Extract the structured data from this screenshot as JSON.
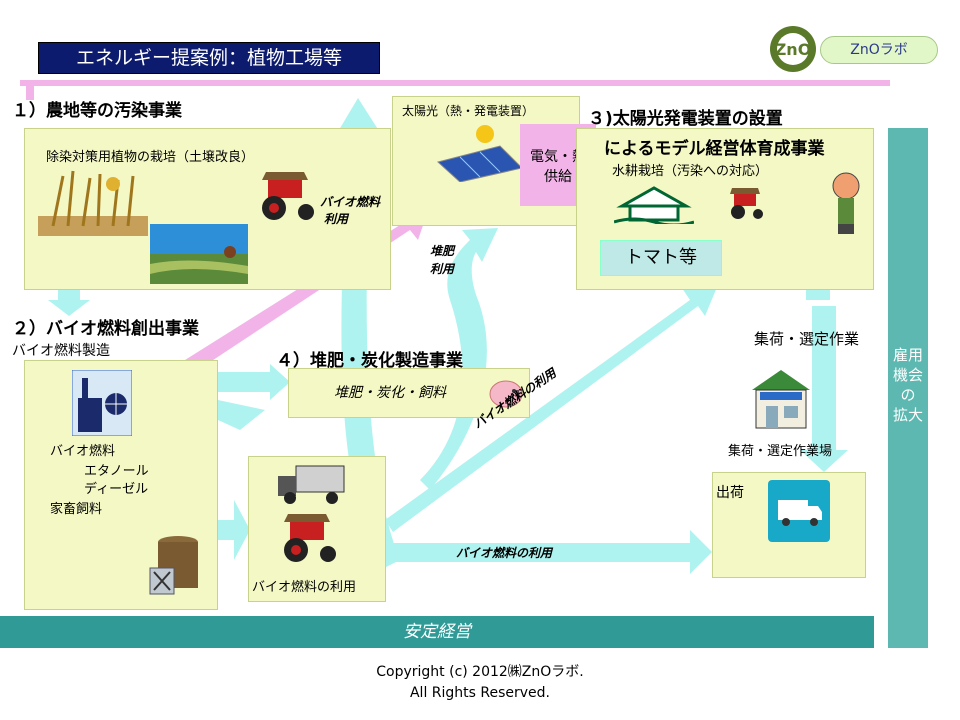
{
  "header": {
    "title": "エネルギー提案例：植物工場等"
  },
  "logo": {
    "label": "ZnOラボ",
    "mark": "ZnO"
  },
  "section1": {
    "title": "１）農地等の汚染事業",
    "subtitle": "除染対策用植物の栽培（土壌改良）"
  },
  "section2": {
    "title": "２）バイオ燃料創出事業",
    "subtitle": "バイオ燃料製造",
    "items": [
      "バイオ燃料",
      "エタノール",
      "ディーゼル",
      "家畜飼料"
    ]
  },
  "section3": {
    "title_line1": "３)太陽光発電装置の設置",
    "title_line2": "によるモデル経営体育成事業",
    "subtitle": "水耕栽培（汚染への対応）",
    "tomato": "トマト等"
  },
  "section4": {
    "title": "４）堆肥・炭化製造事業",
    "items": "堆肥・炭化・飼料"
  },
  "solar": {
    "label": "太陽光（熱・発電装置）",
    "supply_line1": "電気・熱",
    "supply_line2": "供給"
  },
  "bio_use_box": {
    "label": "バイオ燃料の利用"
  },
  "collection": {
    "label": "集荷・選定作業",
    "place": "集荷・選定作業場"
  },
  "shipment": {
    "label": "出荷"
  },
  "arrows": {
    "bio_fuel_use_1": "バイオ燃料",
    "bio_fuel_use_1b": "利用",
    "compost_use": "堆肥",
    "compost_use_b": "利用",
    "bio_fuel_diag": "バイオ燃料の利用",
    "bio_fuel_horiz": "バイオ燃料の利用"
  },
  "employment": {
    "chars": [
      "雇用",
      "機会",
      "の",
      "拡大"
    ]
  },
  "bottom": {
    "label": "安定経営"
  },
  "copyright": {
    "line1": "Copyright (c) 2012㈱ZnOラボ.",
    "line2": "All Rights Reserved."
  },
  "colors": {
    "box": "#f4f8c4",
    "arrow_cyan": "#aef3f0",
    "arrow_pink": "#f2b4e8",
    "navy": "#0d1b6e",
    "teal": "#2f9a96"
  }
}
